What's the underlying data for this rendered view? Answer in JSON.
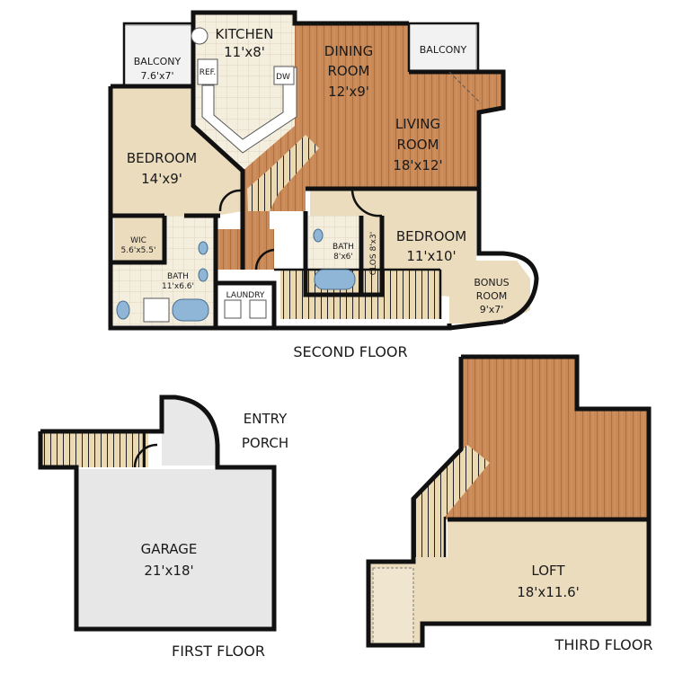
{
  "floors": {
    "second": {
      "caption": "SECOND FLOOR",
      "rooms": {
        "kitchen": {
          "name": "KITCHEN",
          "dim": "11'x8'"
        },
        "dining": {
          "name1": "DINING",
          "name2": "ROOM",
          "dim": "12'x9'"
        },
        "balcony_left": {
          "name": "BALCONY",
          "dim": "7.6'x7'"
        },
        "balcony_right": {
          "name": "BALCONY"
        },
        "living": {
          "name1": "LIVING",
          "name2": "ROOM",
          "dim": "18'x12'"
        },
        "bedroom_left": {
          "name": "BEDROOM",
          "dim": "14'x9'"
        },
        "bedroom_right": {
          "name": "BEDROOM",
          "dim": "11'x10'"
        },
        "wic": {
          "name": "WIC",
          "dim": "5.6'x5.5'"
        },
        "bath_left": {
          "name": "BATH",
          "dim": "11'x6.6'"
        },
        "bath_right": {
          "name": "BATH",
          "dim": "8'x6'"
        },
        "closet": {
          "label": "CLOS 8'x3'"
        },
        "laundry": {
          "name": "LAUNDRY"
        },
        "bonus": {
          "name1": "BONUS",
          "name2": "ROOM",
          "dim": "9'x7'"
        },
        "ref": {
          "label": "REF."
        },
        "dw": {
          "label": "DW"
        }
      }
    },
    "first": {
      "caption": "FIRST FLOOR",
      "rooms": {
        "entry": {
          "name1": "ENTRY",
          "name2": "PORCH"
        },
        "garage": {
          "name": "GARAGE",
          "dim": "21'x18'"
        }
      }
    },
    "third": {
      "caption": "THIRD FLOOR",
      "rooms": {
        "loft": {
          "name": "LOFT",
          "dim": "18'x11.6'"
        }
      }
    }
  },
  "colors": {
    "wood": "#c98a58",
    "wood_line": "#b3723f",
    "carpet": "#ecdcbe",
    "tile": "#f4eede",
    "garage": "#e7e7e7",
    "wall": "#111111"
  }
}
